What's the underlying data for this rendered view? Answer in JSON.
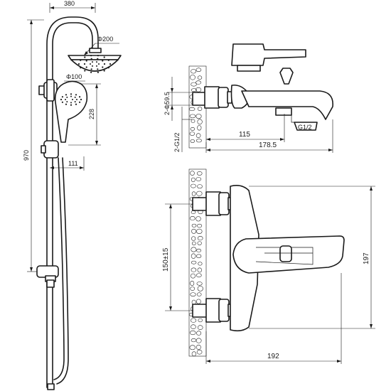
{
  "dimensions": {
    "column_top_width": "380",
    "head_diameter": "Φ200",
    "column_height": "970",
    "hand_shower_diameter": "Φ100",
    "hand_shower_height": "228",
    "slider_offset": "111",
    "inlet_diameter": "2-Φ59.5",
    "inlet_thread": "2-G1/2",
    "spout_thread": "G1/2",
    "spout_depth": "115",
    "spout_overall_depth": "178.5",
    "inlet_centers": "150±15",
    "mixer_height": "197",
    "mixer_width": "192"
  },
  "colors": {
    "line": "#1a1a1a",
    "background": "#ffffff"
  }
}
